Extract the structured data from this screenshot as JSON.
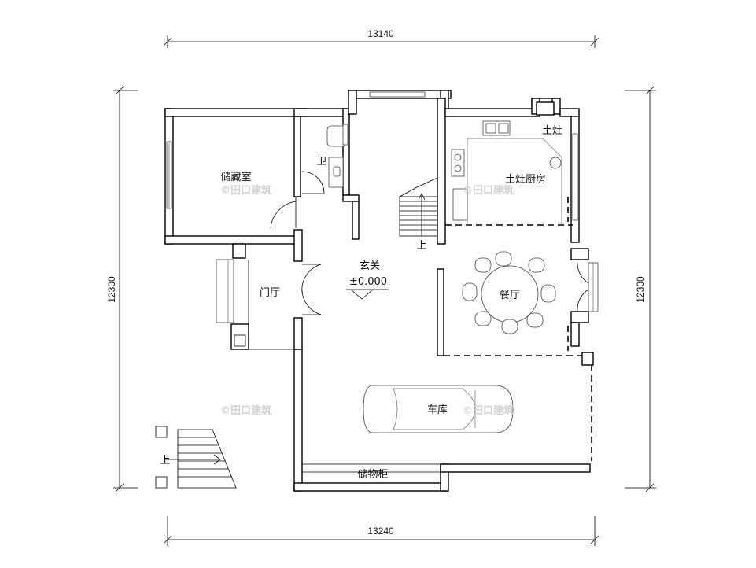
{
  "dimensions": {
    "top": "13140",
    "bottom": "13240",
    "left": "12300",
    "right": "12300"
  },
  "rooms": {
    "storage_room": "储藏室",
    "wc": "卫",
    "stove_kitchen": "土灶厨房",
    "stove": "土灶",
    "entrance_hall": "玄关",
    "elevation": "±0.000",
    "foyer": "门厅",
    "dining": "餐厅",
    "garage": "车库",
    "cabinet": "储物柜",
    "stair_up_main": "上",
    "stair_up_outside": "上"
  },
  "watermark": "©田口建筑",
  "colors": {
    "wall": "#000000",
    "background": "#ffffff",
    "watermark": "#d2d2d2"
  }
}
